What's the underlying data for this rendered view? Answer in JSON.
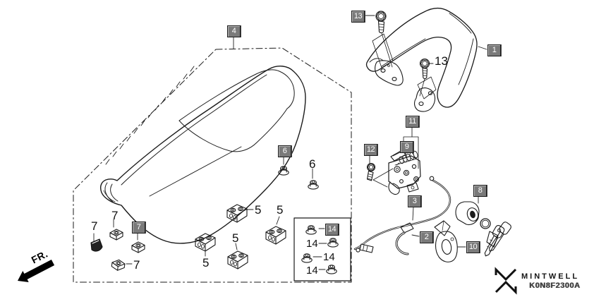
{
  "diagram": {
    "fr_label": "FR.",
    "brand": "MINTWELL",
    "code": "K0N8F2300A"
  },
  "colors": {
    "callout_box_bg": "#7a7a7a",
    "callout_box_text": "#ffffff",
    "line_art": "#1a1a1a"
  },
  "labels": {
    "boxed": [
      {
        "id": "4"
      },
      {
        "id": "13"
      },
      {
        "id": "1"
      },
      {
        "id": "11"
      },
      {
        "id": "9"
      },
      {
        "id": "12"
      },
      {
        "id": "6"
      },
      {
        "id": "3"
      },
      {
        "id": "8"
      },
      {
        "id": "2"
      },
      {
        "id": "10"
      },
      {
        "id": "7"
      },
      {
        "id": "14"
      }
    ],
    "plain": [
      {
        "id": "13"
      },
      {
        "id": "6"
      },
      {
        "id": "5"
      },
      {
        "id": "5"
      },
      {
        "id": "5"
      },
      {
        "id": "5"
      },
      {
        "id": "7"
      },
      {
        "id": "7"
      },
      {
        "id": "7"
      },
      {
        "id": "14"
      },
      {
        "id": "14"
      },
      {
        "id": "14"
      }
    ]
  }
}
